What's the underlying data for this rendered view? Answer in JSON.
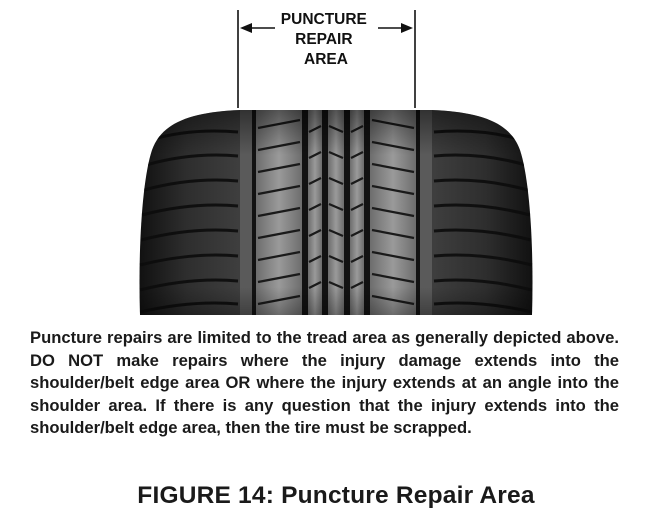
{
  "diagram": {
    "label_lines": [
      "PUNCTURE",
      "REPAIR",
      "AREA"
    ]
  },
  "caption": {
    "text": "Puncture repairs are limited to the tread area as generally depicted above. DO NOT make repairs where the injury damage extends into the shoulder/belt edge area OR where the injury extends at an angle into the shoulder area. If there is any question that the injury extends into the shoulder/belt edge area, then the tire must be scrapped."
  },
  "figure": {
    "title": "FIGURE 14: Puncture Repair Area"
  },
  "colors": {
    "tire_dark": "#1c1c1c",
    "tire_mid": "#3a3a3a",
    "tread_light": "#8e8e8e",
    "text": "#1a1a1a"
  }
}
